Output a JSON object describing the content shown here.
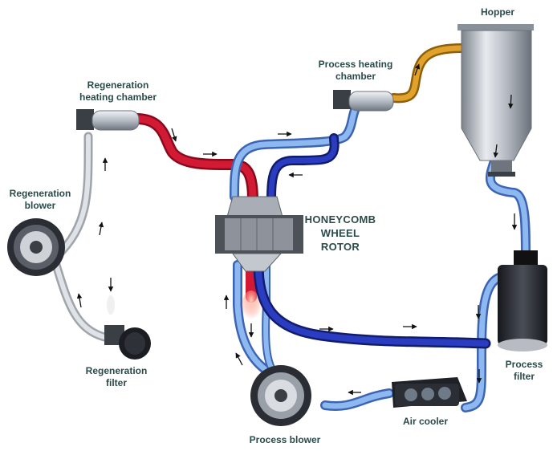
{
  "labels": {
    "hopper": "Hopper",
    "process_heating_chamber": [
      "Process heating",
      "chamber"
    ],
    "regeneration_heating_chamber": [
      "Regeneration",
      "heating chamber"
    ],
    "regeneration_blower": [
      "Regeneration",
      "blower"
    ],
    "honeycomb_wheel_rotor": [
      "HONEYCOMB",
      "WHEEL",
      "ROTOR"
    ],
    "regeneration_filter": [
      "Regeneration",
      "filter"
    ],
    "process_filter": [
      "Process",
      "filter"
    ],
    "air_cooler": "Air cooler",
    "process_blower": "Process blower"
  },
  "colors": {
    "hot_air": "#c8102e",
    "process_air": "#6f9fe0",
    "return_air": "#1f2fa8",
    "regeneration_air": "#c9ccd2",
    "heated_process_air": "#d9971f",
    "label_text": "#2b4a4a",
    "equipment_dark": "#2a2d33",
    "equipment_metal": "#b9bec6"
  }
}
